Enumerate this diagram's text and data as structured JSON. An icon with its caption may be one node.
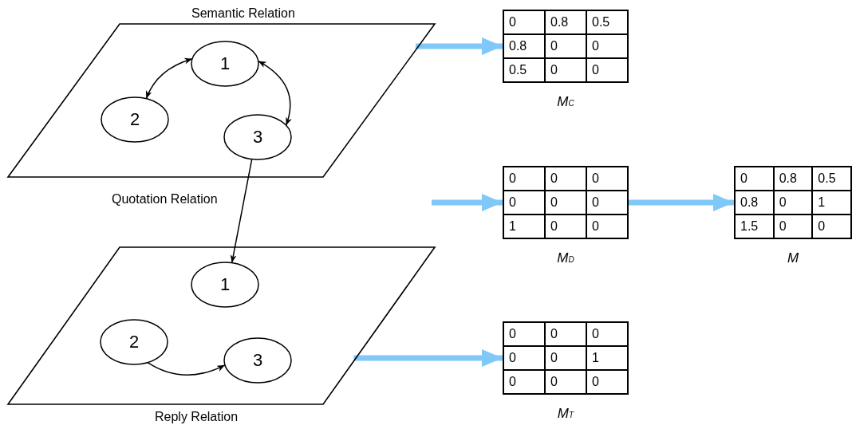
{
  "diagram": {
    "nodes": [
      {
        "text": [
          "Semantic Relation"
        ]
      },
      {
        "text": [
          "1"
        ],
        "in": 0
      },
      {
        "text": [
          "2"
        ],
        "in": 0
      },
      {
        "text": [
          "3"
        ],
        "in": 0
      },
      {
        "text": [
          "Reply Relation"
        ]
      },
      {
        "text": [
          "1"
        ],
        "in": 4
      },
      {
        "text": [
          "2"
        ],
        "in": 4
      },
      {
        "text": [
          "3"
        ],
        "in": 4
      },
      {
        "text": [
          "0",
          "0.8",
          "0.5",
          "0.8",
          "0",
          "0",
          "0.5",
          "0",
          "0"
        ],
        "beside": [
          "M$_{C}$"
        ]
      },
      {
        "text": [
          "0",
          "0",
          "0",
          "0",
          "0",
          "0",
          "1",
          "0",
          "0"
        ],
        "beside": [
          "M$_{D}$"
        ]
      },
      {
        "text": [
          "0",
          "0.8",
          "0.5",
          "0.8",
          "0",
          "1",
          "1.5",
          "0",
          "0"
        ],
        "beside": [
          "M"
        ]
      },
      {
        "text": [
          "0",
          "0",
          "0",
          "0",
          "0",
          "1",
          "0",
          "0",
          "0"
        ],
        "beside": [
          "M$_{T}$"
        ]
      }
    ],
    "edges": [
      {
        "from": 1,
        "to": 2,
        "arrow": "both"
      },
      {
        "from": 1,
        "to": 3,
        "arrow": "both"
      },
      {
        "from": 3,
        "to": 5,
        "arrow": "to",
        "label": "Quotation Relation"
      },
      {
        "from": 6,
        "to": 7,
        "arrow": "to"
      },
      {
        "from": 0,
        "to": 8,
        "arrow": "to",
        "style": "thick",
        "color": "#80c8f8"
      },
      {
        "from": null,
        "to": 9,
        "arrow": "to",
        "style": "thick",
        "color": "#80c8f8"
      },
      {
        "from": 9,
        "to": 10,
        "arrow": "to",
        "style": "thick",
        "color": "#80c8f8"
      },
      {
        "from": 4,
        "to": 11,
        "arrow": "to",
        "style": "thick",
        "color": "#80c8f8"
      }
    ]
  }
}
